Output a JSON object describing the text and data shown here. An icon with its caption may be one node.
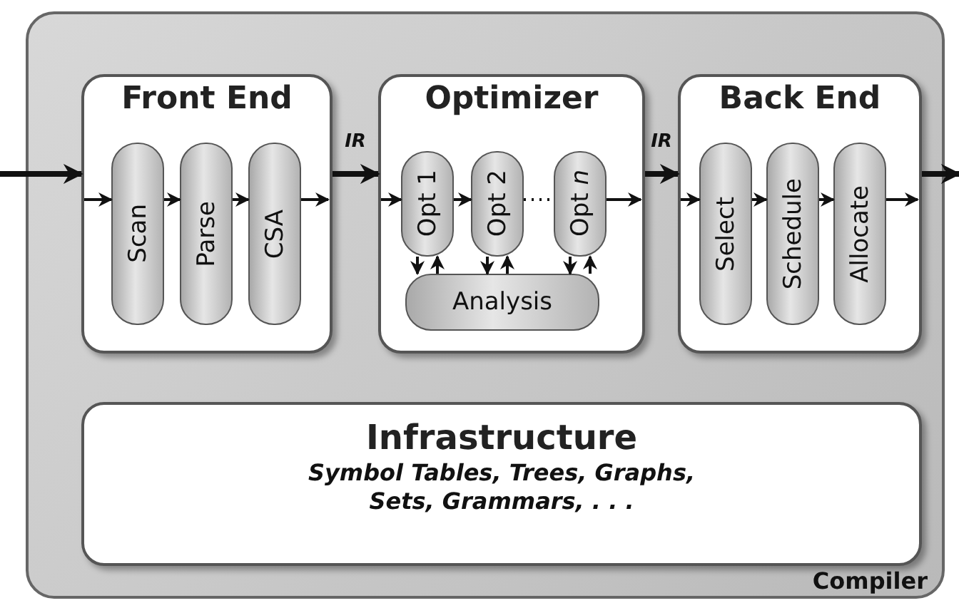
{
  "diagram": {
    "nodes": [
      {
        "text": [
          "Compiler"
        ]
      },
      {
        "text": [
          "Front End"
        ],
        "in": 0
      },
      {
        "text": [
          "Scan"
        ],
        "in": 1
      },
      {
        "text": [
          "Parse"
        ],
        "in": 1
      },
      {
        "text": [
          "CSA"
        ],
        "in": 1
      },
      {
        "text": [
          "Optimizer"
        ],
        "in": 0
      },
      {
        "text": [
          "Opt 1"
        ],
        "in": 5
      },
      {
        "text": [
          "Opt 2"
        ],
        "in": 5
      },
      {
        "text": [
          "Opt *n*"
        ],
        "in": 5
      },
      {
        "text": [
          "Analysis"
        ],
        "in": 5
      },
      {
        "text": [
          "Back End"
        ],
        "in": 0
      },
      {
        "text": [
          "Select"
        ],
        "in": 10
      },
      {
        "text": [
          "Schedule"
        ],
        "in": 10
      },
      {
        "text": [
          "Allocate"
        ],
        "in": 10
      },
      {
        "text": [
          "Infrastructure",
          "Symbol Tables, Trees, Graphs, Sets, Grammars, . . ."
        ],
        "in": 0
      }
    ],
    "edges": [
      {
        "from": null,
        "to": 1,
        "arrow": "to",
        "style": "thick"
      },
      {
        "from": 1,
        "to": 5,
        "arrow": "to",
        "label": "IR",
        "style": "thick"
      },
      {
        "from": 5,
        "to": 10,
        "arrow": "to",
        "label": "IR",
        "style": "thick"
      },
      {
        "from": 10,
        "to": null,
        "arrow": "to",
        "style": "thick"
      },
      {
        "from": null,
        "to": 2,
        "arrow": "to"
      },
      {
        "from": 2,
        "to": 3,
        "arrow": "to"
      },
      {
        "from": 3,
        "to": 4,
        "arrow": "to"
      },
      {
        "from": 4,
        "to": null,
        "arrow": "to"
      },
      {
        "from": null,
        "to": 6,
        "arrow": "to"
      },
      {
        "from": 6,
        "to": 7,
        "arrow": "to"
      },
      {
        "from": 7,
        "to": 8,
        "arrow": "none",
        "style": "dashed"
      },
      {
        "from": 8,
        "to": null,
        "arrow": "to"
      },
      {
        "from": 6,
        "to": 9,
        "arrow": "to"
      },
      {
        "from": 9,
        "to": 6,
        "arrow": "to"
      },
      {
        "from": 7,
        "to": 9,
        "arrow": "to"
      },
      {
        "from": 9,
        "to": 7,
        "arrow": "to"
      },
      {
        "from": 8,
        "to": 9,
        "arrow": "to"
      },
      {
        "from": 9,
        "to": 8,
        "arrow": "to"
      },
      {
        "from": null,
        "to": 11,
        "arrow": "to"
      },
      {
        "from": 11,
        "to": 12,
        "arrow": "to"
      },
      {
        "from": 12,
        "to": 13,
        "arrow": "to"
      },
      {
        "from": 13,
        "to": null,
        "arrow": "to"
      }
    ]
  }
}
